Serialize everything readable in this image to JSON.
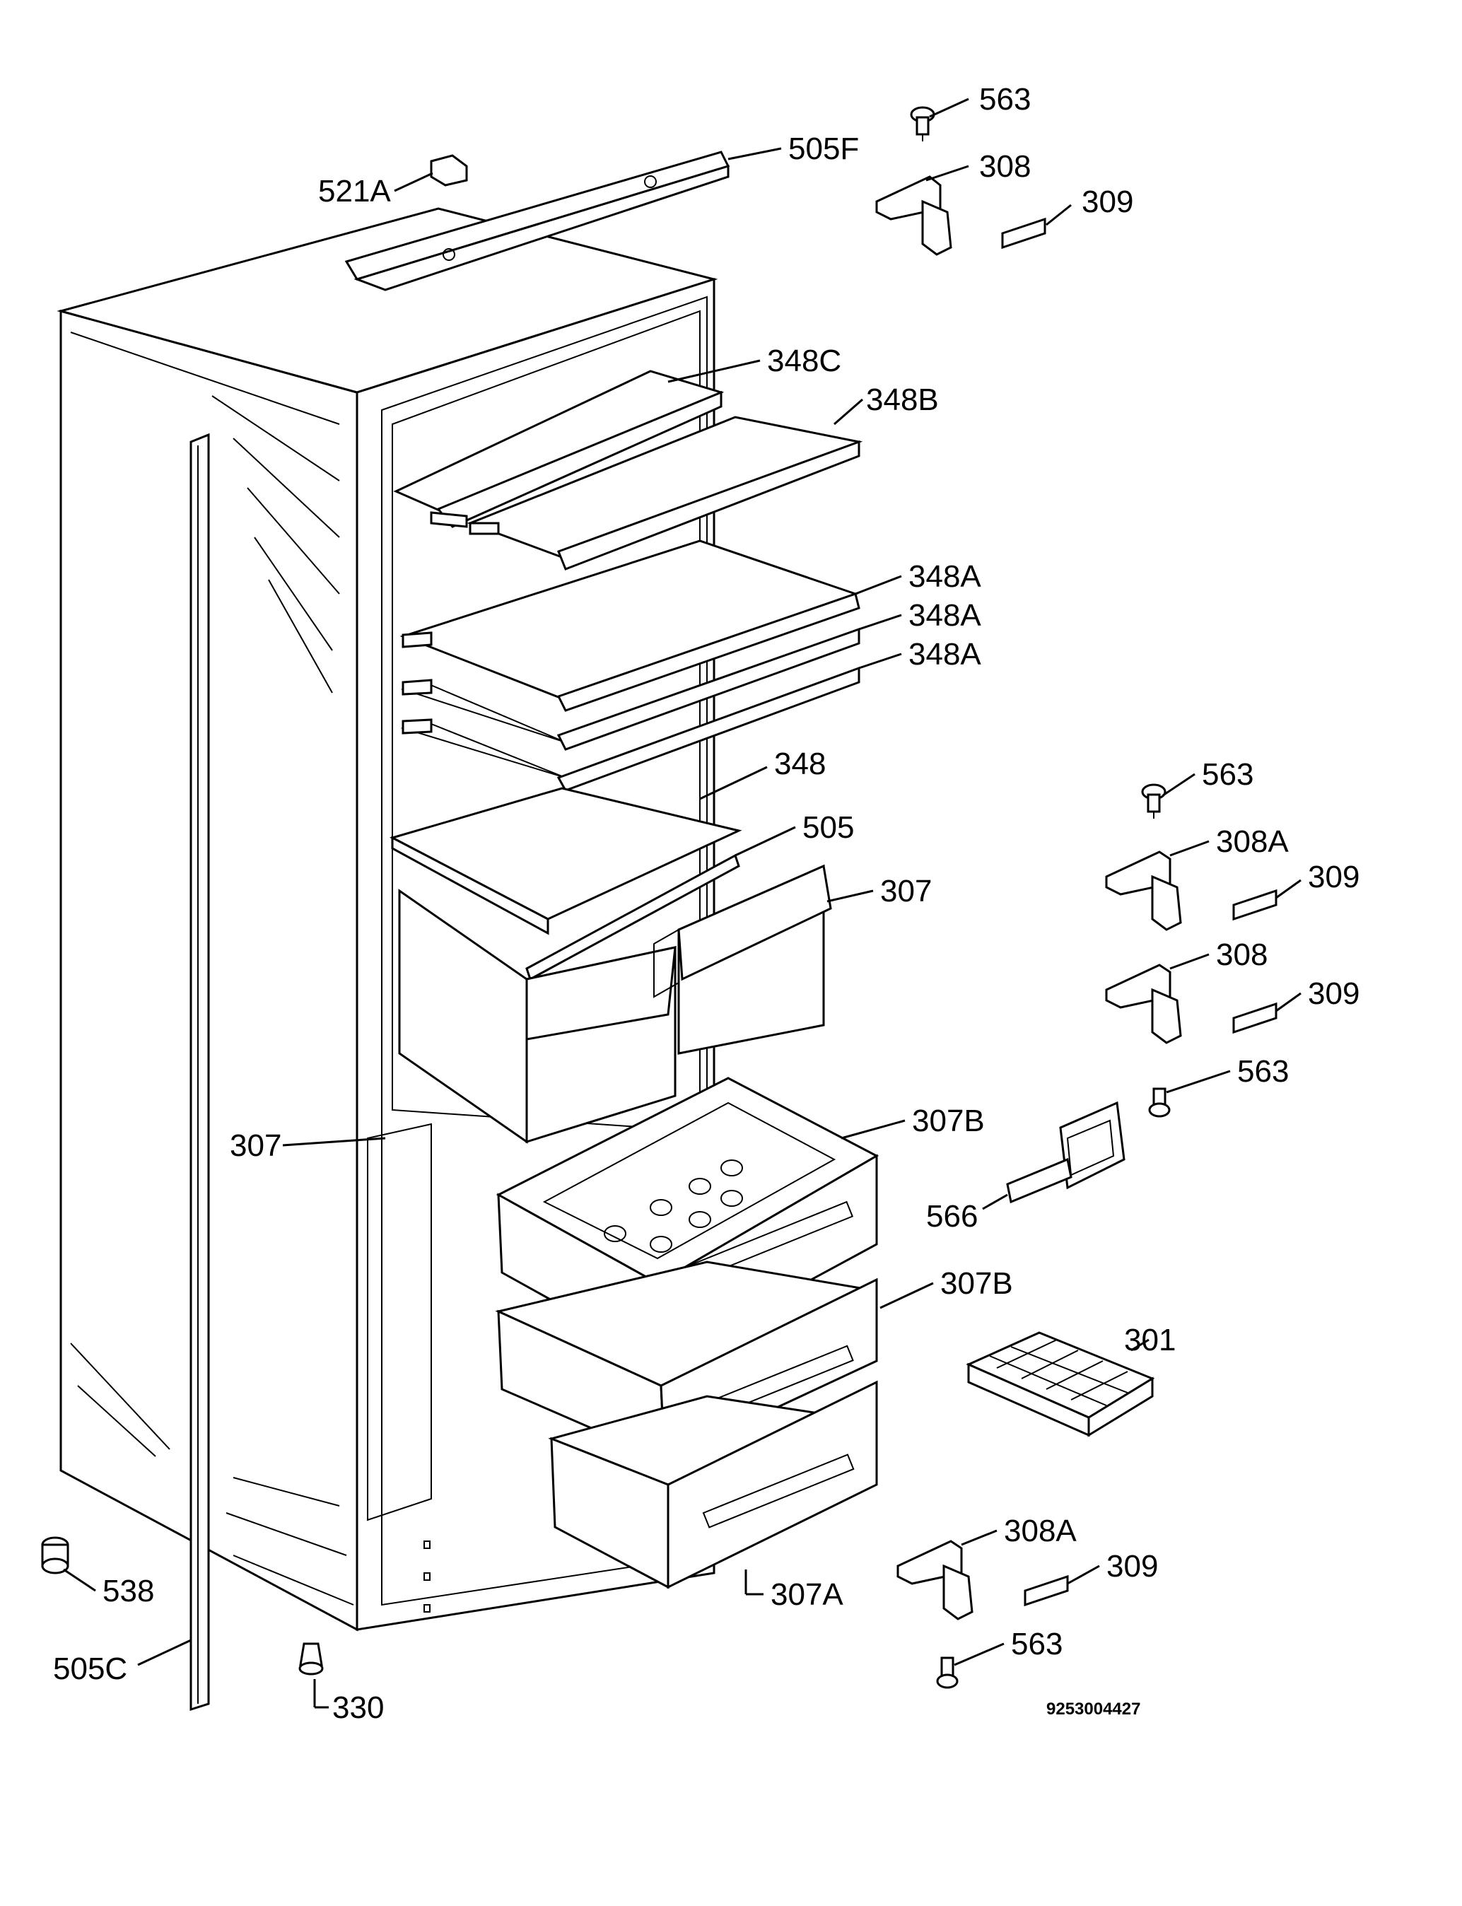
{
  "diagram": {
    "labels": {
      "p563_top": "563",
      "p505F": "505F",
      "p521A": "521A",
      "p308_top": "308",
      "p309_top": "309",
      "p348C": "348C",
      "p348B": "348B",
      "p348A_1": "348A",
      "p348A_2": "348A",
      "p348A_3": "348A",
      "p348": "348",
      "p505": "505",
      "p307_right": "307",
      "p307_left": "307",
      "p563_mid": "563",
      "p308A_mid": "308A",
      "p309_mid1": "309",
      "p308_mid": "308",
      "p309_mid2": "309",
      "p563_mid2": "563",
      "p307B_1": "307B",
      "p566": "566",
      "p307B_2": "307B",
      "p301": "301",
      "p308A_low": "308A",
      "p309_low": "309",
      "p563_low": "563",
      "p307A": "307A",
      "p538": "538",
      "p505C": "505C",
      "p330": "330"
    },
    "document_number": "9253004427"
  }
}
